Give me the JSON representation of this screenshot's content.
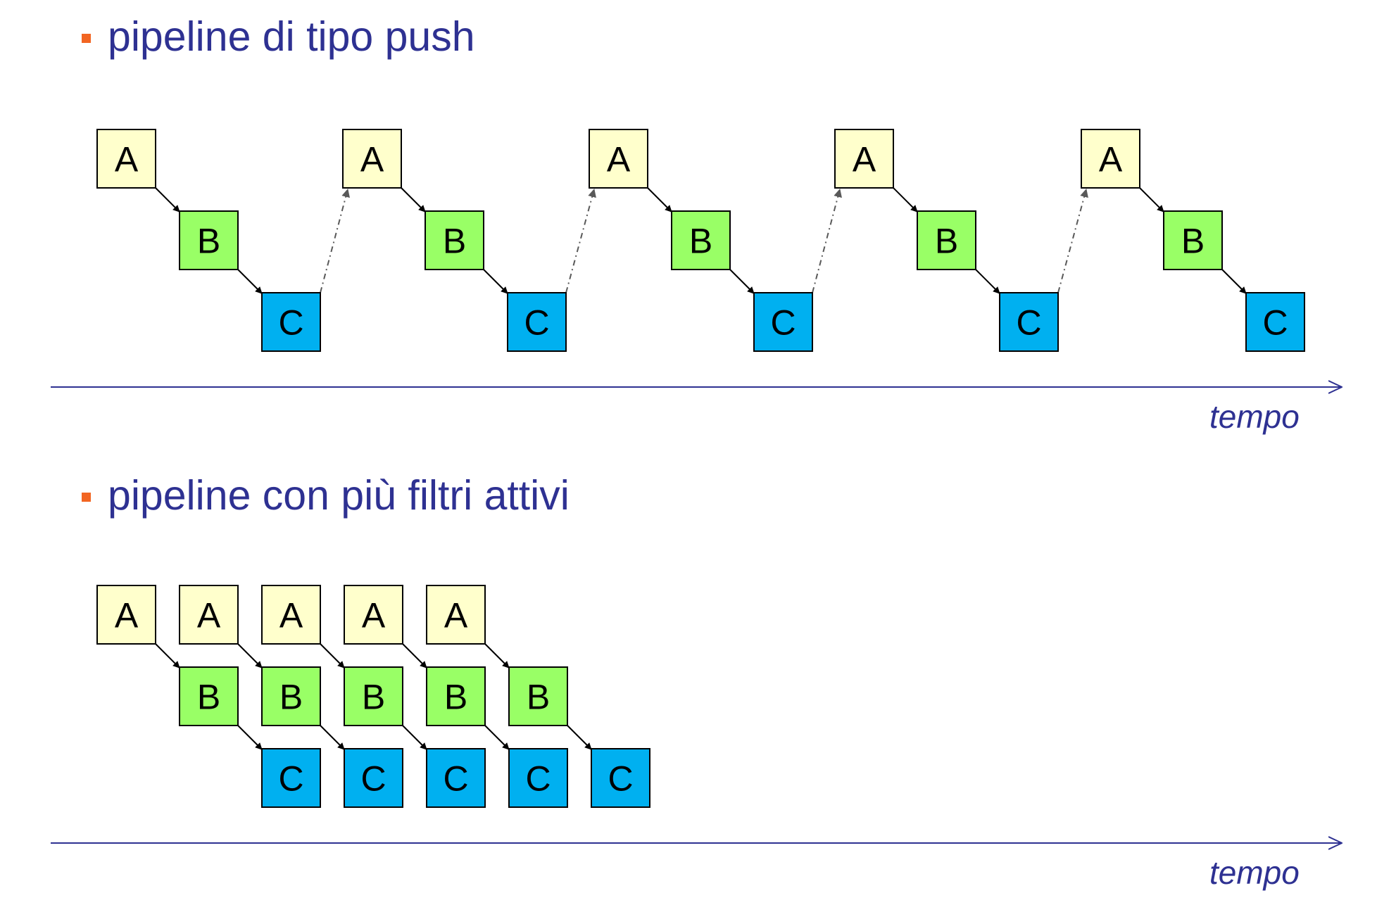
{
  "sections": [
    {
      "title": "pipeline di tipo push",
      "axis_label": "tempo"
    },
    {
      "title": "pipeline con più filtri attivi",
      "axis_label": "tempo"
    }
  ],
  "filters": {
    "A": {
      "label": "A",
      "color": "#ffffcc"
    },
    "B": {
      "label": "B",
      "color": "#99ff66"
    },
    "C": {
      "label": "C",
      "color": "#00b0f0"
    }
  },
  "colors": {
    "title": "#2e3192",
    "bullet": "#f26522",
    "axis": "#2e3192",
    "push_link": "#595959"
  }
}
